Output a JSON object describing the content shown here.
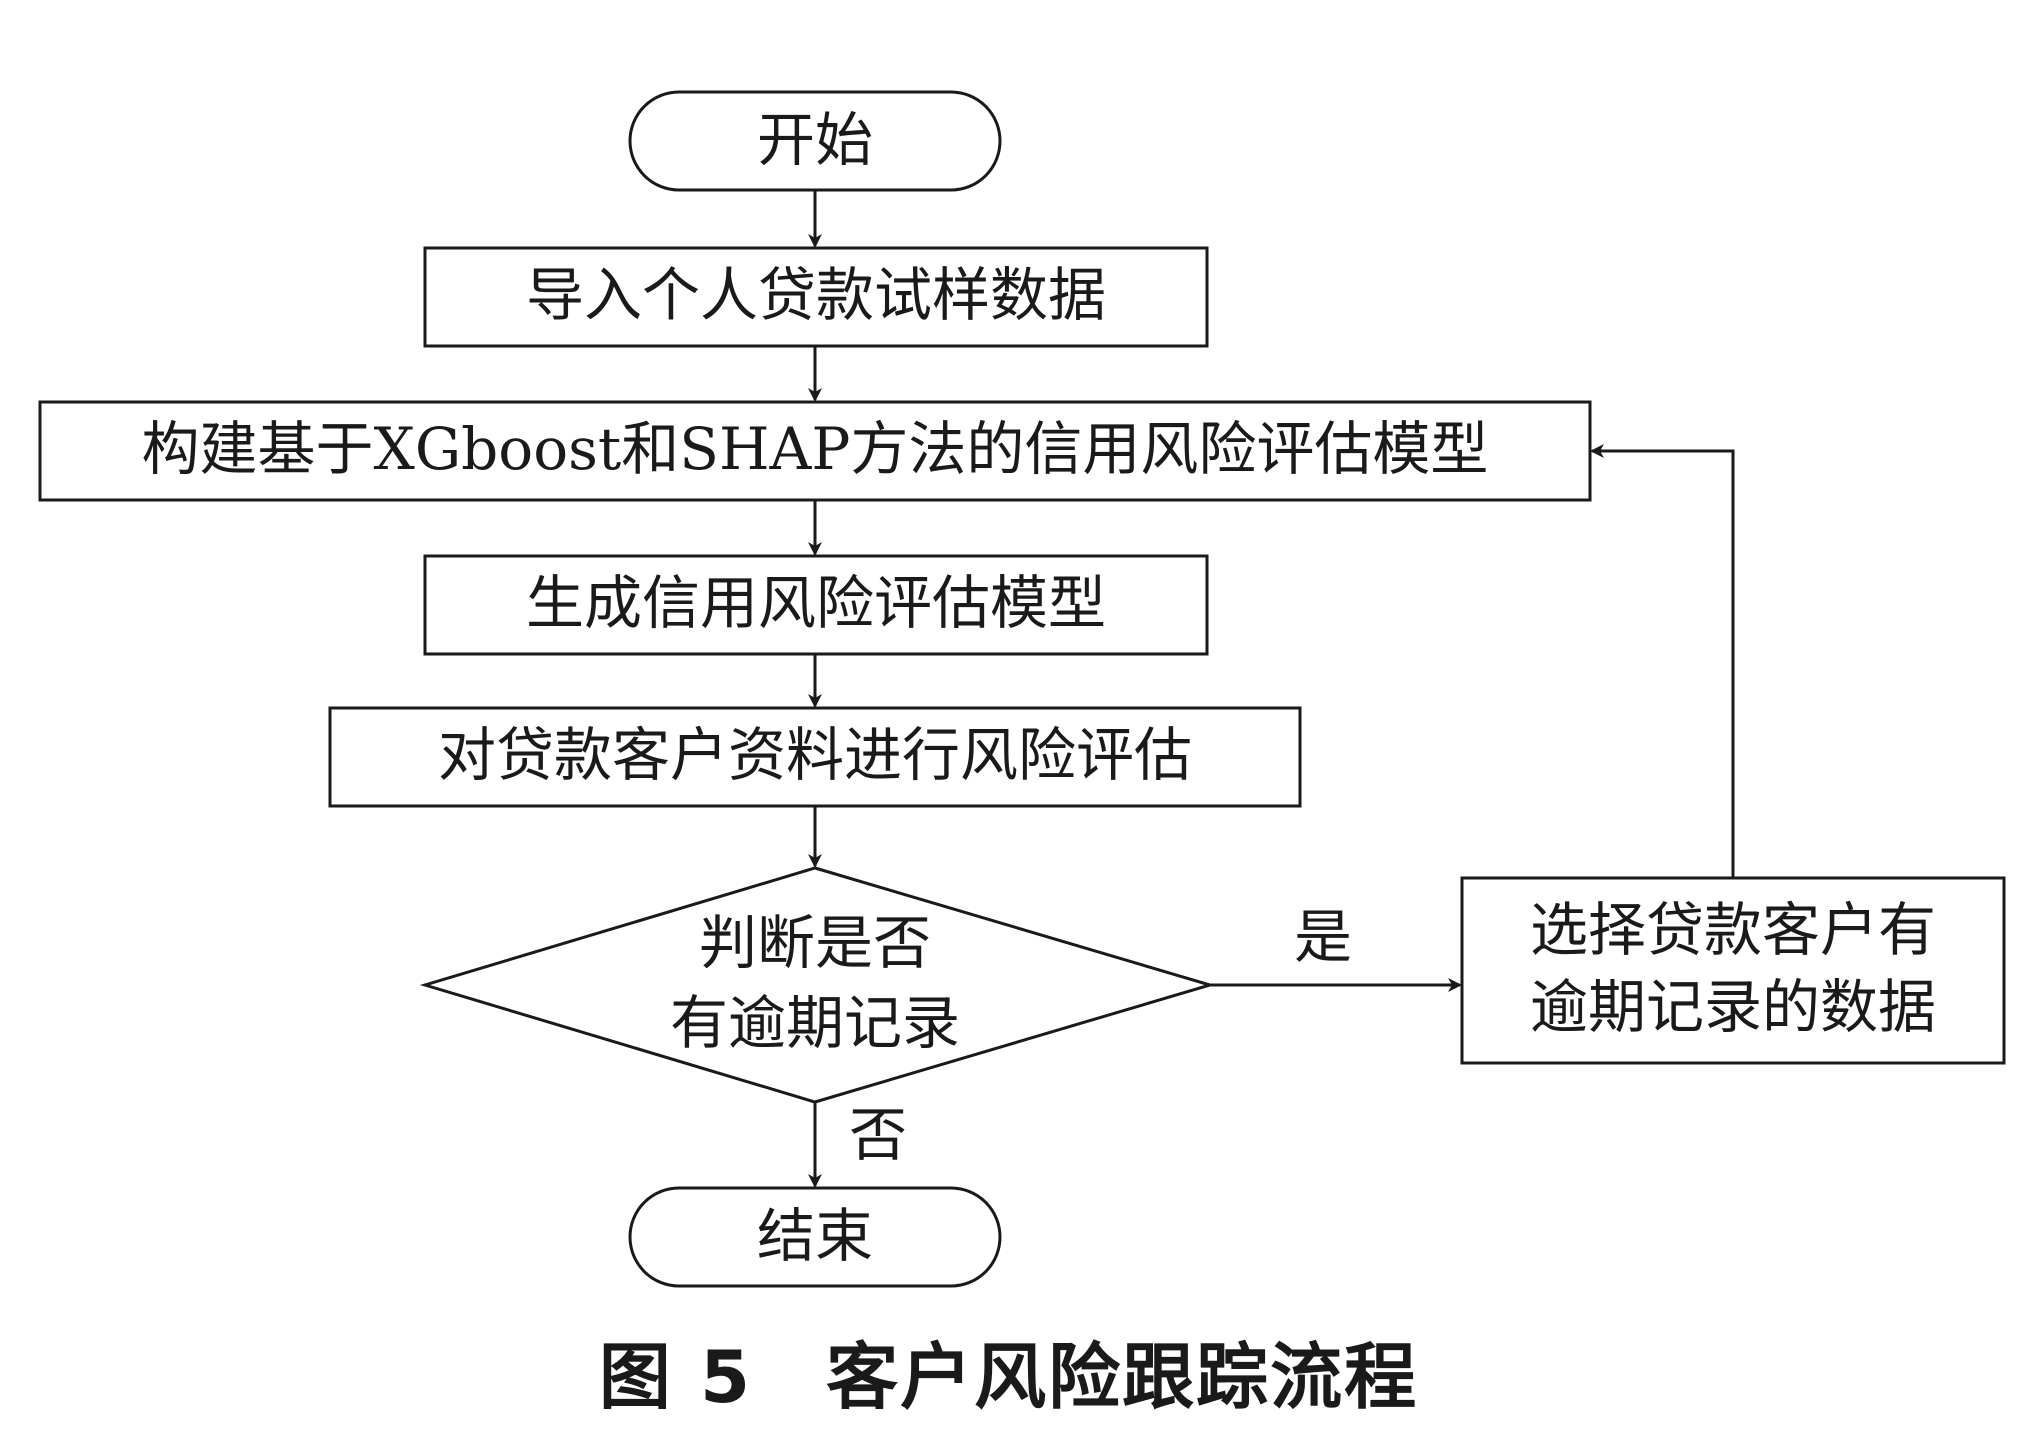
{
  "nodes": {
    "start": "开始",
    "import_data": "导入个人贷款试样数据",
    "build_model": "构建基于XGboost和SHAP方法的信用风险评估模型",
    "generate_model": "生成信用风险评估模型",
    "assess_risk": "对贷款客户资料进行风险评估",
    "decision": {
      "line1": "判断是否",
      "line2": "有逾期记录"
    },
    "select_overdue": {
      "line1": "选择贷款客户有",
      "line2": "逾期记录的数据"
    },
    "end": "结束"
  },
  "edges": {
    "yes_label": "是",
    "no_label": "否"
  },
  "caption": "图 5　客户风险跟踪流程"
}
